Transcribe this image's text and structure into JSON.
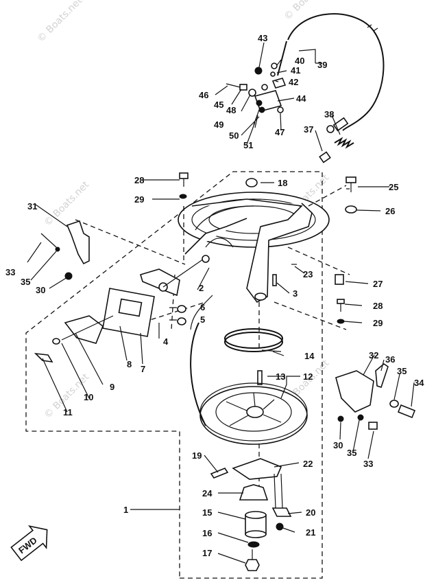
{
  "watermark": "© Boats.net",
  "fwd_label": "FWD",
  "callouts": {
    "c1": "1",
    "c2": "2",
    "c3": "3",
    "c4": "4",
    "c5": "5",
    "c6": "6",
    "c7": "7",
    "c8": "8",
    "c9": "9",
    "c10": "10",
    "c11": "11",
    "c12": "12",
    "c13": "13",
    "c14": "14",
    "c15": "15",
    "c16": "16",
    "c17": "17",
    "c18": "18",
    "c19": "19",
    "c20": "20",
    "c21": "21",
    "c22": "22",
    "c23": "23",
    "c24": "24",
    "c25": "25",
    "c26": "26",
    "c27": "27",
    "c28a": "28",
    "c28b": "28",
    "c29a": "29",
    "c29b": "29",
    "c30a": "30",
    "c30b": "30",
    "c31": "31",
    "c32": "32",
    "c33a": "33",
    "c33b": "33",
    "c34": "34",
    "c35a": "35",
    "c35b": "35",
    "c35c": "35",
    "c36": "36",
    "c37": "37",
    "c38": "38",
    "c39": "39",
    "c40": "40",
    "c41": "41",
    "c42": "42",
    "c43": "43",
    "c44": "44",
    "c45": "45",
    "c46": "46",
    "c47": "47",
    "c48": "48",
    "c49": "49",
    "c50": "50",
    "c51": "51"
  }
}
